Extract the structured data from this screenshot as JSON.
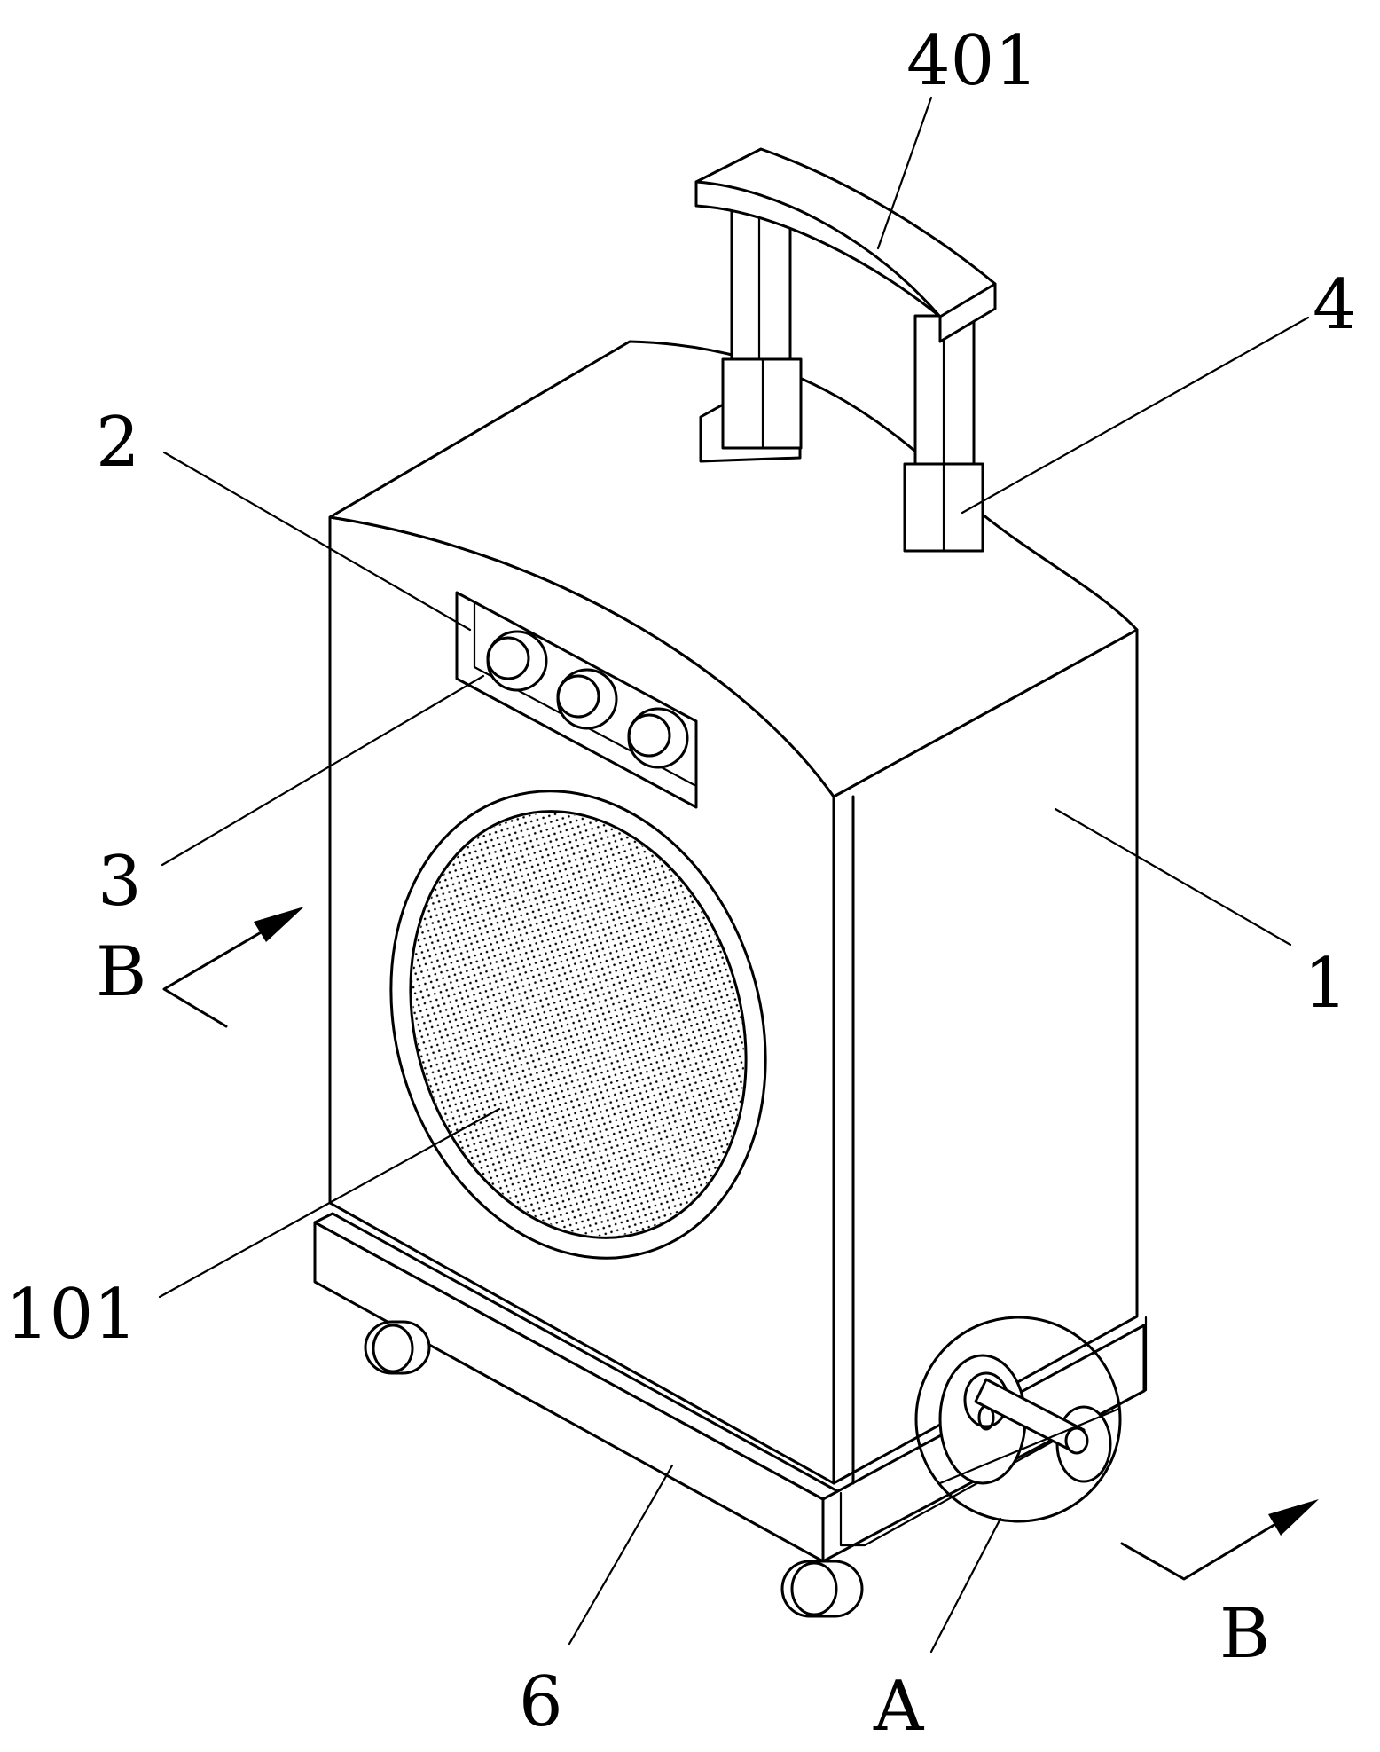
{
  "figure": {
    "background_color": "#ffffff",
    "line_color": "#000000",
    "labels": {
      "handle_grip": "401",
      "telescopic_rod": "4",
      "control_panel": "2",
      "knob": "3",
      "section_mark_left": "B",
      "housing": "1",
      "speaker_grille": "101",
      "base_plate": "6",
      "detail_circle": "A",
      "section_mark_right": "B"
    }
  }
}
